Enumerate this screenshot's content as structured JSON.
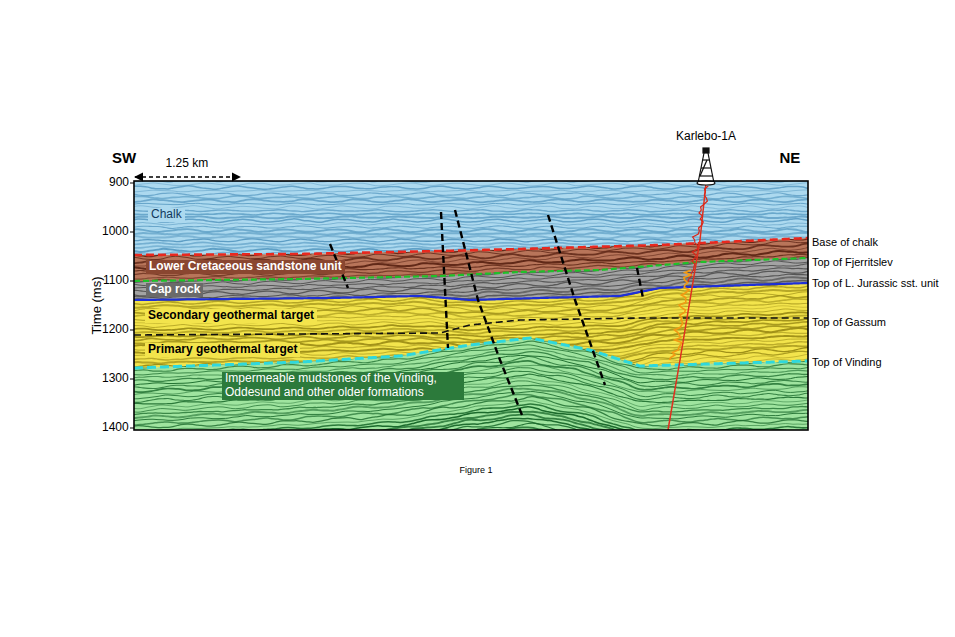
{
  "diagram": {
    "caption": "Figure 1",
    "labels": [
      "SW",
      "NE",
      "1.25 km",
      "Karlebo-1A",
      "900",
      "1000",
      "1100",
      "1200",
      "1300",
      "1400",
      "Time (ms)",
      "Chalk",
      "Lower Cretaceous sandstone unit",
      "Cap rock",
      "Secondary geothermal target",
      "Primary geothermal target",
      "Impermeable mudstones of the Vinding, Oddesund and other older formations",
      "Base of chalk",
      "Top of Fjerritslev",
      "Top of L. Jurassic sst. unit",
      "Top of Gassum",
      "Top of Vinding"
    ]
  }
}
